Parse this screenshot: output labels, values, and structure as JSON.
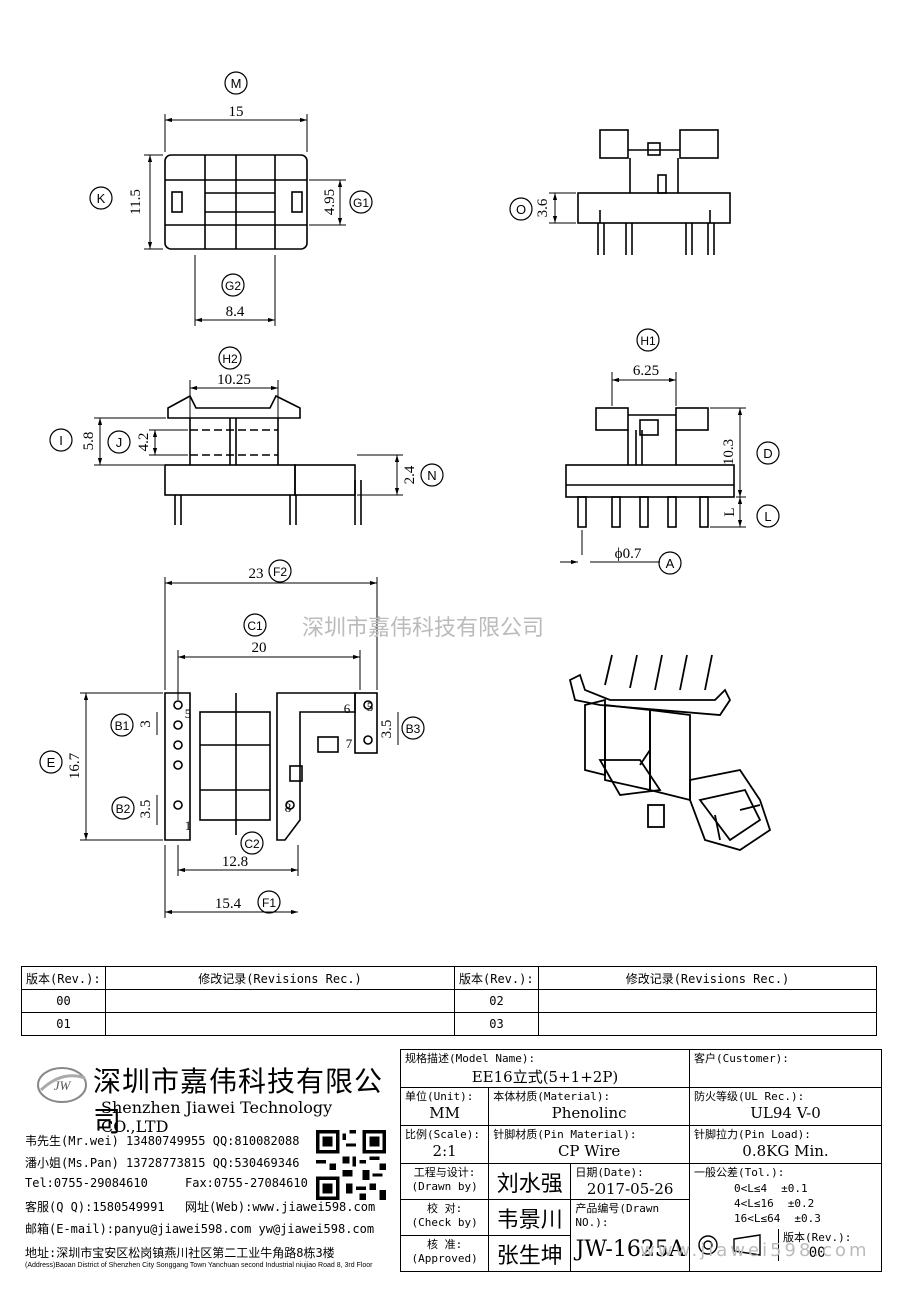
{
  "watermark": "深圳市嘉伟科技有限公司",
  "watermark_url": "www.jiawei598.com",
  "dims": {
    "M": "M",
    "d15": "15",
    "K": "K",
    "d11_5": "11.5",
    "G1": "G1",
    "d4_95": "4.95",
    "G2": "G2",
    "d8_4": "8.4",
    "O": "O",
    "d3_6": "3.6",
    "H2": "H2",
    "d10_25": "10.25",
    "I": "I",
    "d5_8": "5.8",
    "J": "J",
    "d4_2": "4.2",
    "N": "N",
    "d2_4": "2.4",
    "H1": "H1",
    "d6_25": "6.25",
    "D": "D",
    "d10_3": "10.3",
    "L": "L",
    "dL": "L",
    "A": "A",
    "d0_7": "ϕ0.7",
    "F2": "F2",
    "d23": "23",
    "C1": "C1",
    "d20": "20",
    "E": "E",
    "d16_7": "16.7",
    "B1": "B1",
    "d3": "3",
    "B2": "B2",
    "d3_5a": "3.5",
    "B3": "B3",
    "d3_5b": "3.5",
    "C2": "C2",
    "d12_8": "12.8",
    "F1": "F1",
    "d15_4": "15.4",
    "p5": "5",
    "p1": "1",
    "p6": "6",
    "p7": "7",
    "p8": "8",
    "p5r": "5"
  },
  "revisions": {
    "h_rev": "版本(Rev.):",
    "h_rec": "修改记录(Revisions Rec.)",
    "rows": [
      {
        "a": "00",
        "b": "02"
      },
      {
        "a": "01",
        "b": "03"
      }
    ]
  },
  "company": {
    "logo_text": "JW",
    "name_cn": "深圳市嘉伟科技有限公司",
    "name_en": "Shenzhen Jiawei Technology CO.,LTD",
    "contact1": "韦先生(Mr.wei) 13480749955 QQ:810082088",
    "contact2": "潘小姐(Ms.Pan) 13728773815 QQ:530469346",
    "tel": "Tel:0755-29084610",
    "fax": "Fax:0755-27084610",
    "qq": "客服(Q Q):1580549991",
    "web": "网址(Web):www.jiawei598.com",
    "email": "邮箱(E-mail):panyu@jiawei598.com  yw@jiawei598.com",
    "addr_cn": "地址:深圳市宝安区松岗镇燕川社区第二工业牛角路8栋3楼",
    "addr_en": "(Address)Baoan District of Shenzhen City Songgang Town Yanchuan  second Industrial niujiao Road 8, 3rd Floor"
  },
  "title_block": {
    "model_label": "规格描述(Model Name):",
    "model_value": "EE16立式(5+1+2P)",
    "customer_label": "客户(Customer):",
    "customer_value": "",
    "unit_label": "单位(Unit):",
    "unit_value": "MM",
    "material_label": "本体材质(Material):",
    "material_value": "Phenolinc",
    "ul_label": "防火等级(UL Rec.):",
    "ul_value": "UL94 V-0",
    "scale_label": "比例(Scale):",
    "scale_value": "2:1",
    "pin_material_label": "针脚材质(Pin Material):",
    "pin_material_value": "CP Wire",
    "pin_load_label": "针脚拉力(Pin Load):",
    "pin_load_value": "0.8KG Min.",
    "drawn_label": "工程与设计:",
    "drawn_sub": "(Drawn by)",
    "drawn_value": "刘水强",
    "date_label": "日期(Date):",
    "date_value": "2017-05-26",
    "check_label": "校  对:",
    "check_sub": "(Check by)",
    "check_value": "韦景川",
    "drawn_no_label": "产品编号(Drawn NO.):",
    "drawn_no_value": "JW-1625A",
    "approved_label": "核  准:",
    "approved_sub": "(Approved)",
    "approved_value": "张生坤",
    "tol_label": "一般公差(Tol.):",
    "tol1_range": "0<L≤4",
    "tol1_val": "±0.1",
    "tol2_range": "4<L≤16",
    "tol2_val": "±0.2",
    "tol3_range": "16<L≤64",
    "tol3_val": "±0.3",
    "rev_label": "版本(Rev.):",
    "rev_value": "00"
  }
}
